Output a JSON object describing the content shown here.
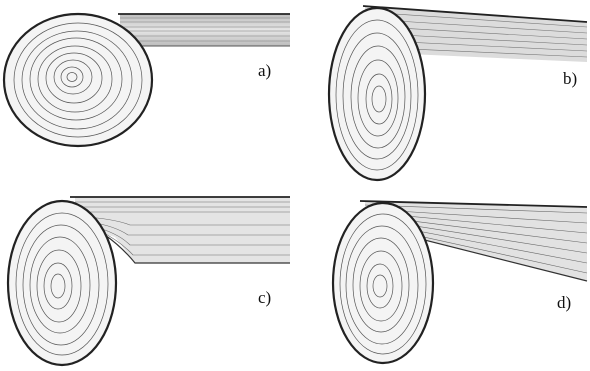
{
  "panels": [
    {
      "id": "a",
      "label": "a)",
      "style": "flat"
    },
    {
      "id": "b",
      "label": "b)",
      "style": "tilted"
    },
    {
      "id": "c",
      "label": "c)",
      "style": "contracting"
    },
    {
      "id": "d",
      "label": "d)",
      "style": "diverging"
    }
  ],
  "colors": {
    "ink": "#2a2a2a",
    "paper": "#ffffff",
    "shade": "#c8c8c8"
  }
}
